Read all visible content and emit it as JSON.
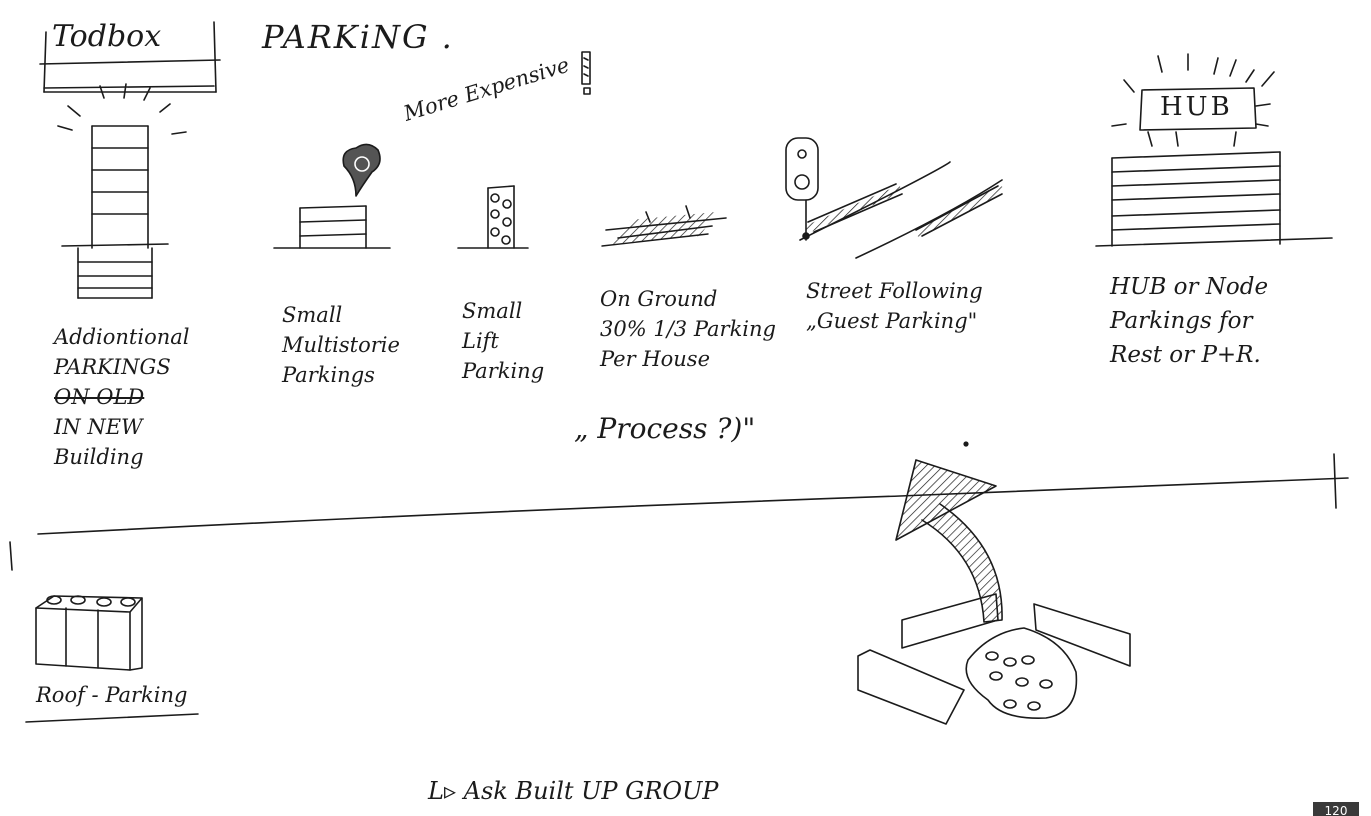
{
  "title": {
    "toolbox": "Todbox",
    "parking": "PARKiNG ."
  },
  "note_expensive": "More Expensive",
  "hub_sign": "HUB",
  "concepts": [
    {
      "lines": [
        "Addiontional",
        "PARKINGS",
        "ON OLD",
        "IN NEW",
        "Building"
      ]
    },
    {
      "lines": [
        "Small",
        "Multistorie",
        "Parkings"
      ]
    },
    {
      "lines": [
        "Small",
        "Lift",
        "Parking"
      ]
    },
    {
      "lines": [
        "On Ground",
        "30% 1/3 Parking",
        "Per House"
      ]
    },
    {
      "lines": [
        "Street Following",
        "„Guest Parking\""
      ]
    },
    {
      "lines": [
        "HUB or Node",
        "Parkings for",
        "Rest or P+R."
      ]
    }
  ],
  "process_note": "„ Process ?)\"",
  "roof_label": "Roof - Parking",
  "bottom_note": "L▹ Ask  Built UP GROUP",
  "page_number": "120",
  "colors": {
    "ink": "#1b1b1b",
    "paper": "#ffffff",
    "page_tab": "#3a3a3a"
  }
}
